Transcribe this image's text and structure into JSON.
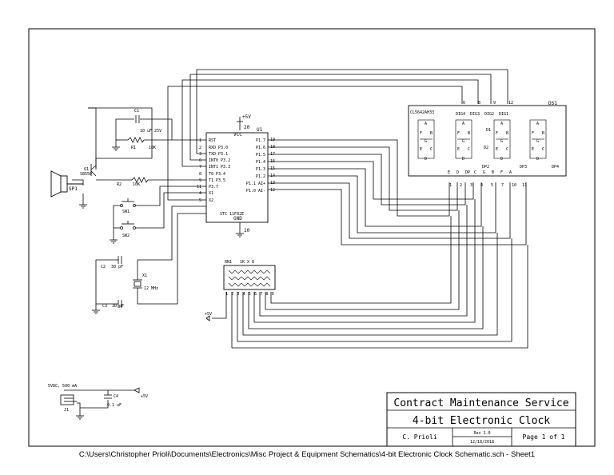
{
  "microcontroller": {
    "ref": "U1",
    "part": "STC 11F02E",
    "vcc_label": "VCC",
    "gnd_label": "GND",
    "pins_left": [
      {
        "num": "1",
        "name": "RST"
      },
      {
        "num": "2",
        "name": "RXD P3.0"
      },
      {
        "num": "3",
        "name": "TXD P3.1"
      },
      {
        "num": "6",
        "name": "INT0 P3.2"
      },
      {
        "num": "7",
        "name": "INT1 P3.3"
      },
      {
        "num": "8",
        "name": "T0 P3.4"
      },
      {
        "num": "9",
        "name": "T1 P3.5"
      },
      {
        "num": "11",
        "name": "P3.7"
      },
      {
        "num": "4",
        "name": "X1"
      },
      {
        "num": "5",
        "name": "X2"
      }
    ],
    "pins_right": [
      {
        "num": "19",
        "name": "P1.7"
      },
      {
        "num": "18",
        "name": "P1.6"
      },
      {
        "num": "17",
        "name": "P1.5"
      },
      {
        "num": "16",
        "name": "P1.4"
      },
      {
        "num": "15",
        "name": "P1.3"
      },
      {
        "num": "14",
        "name": "P1.2"
      },
      {
        "num": "13",
        "name": "P1.1 AI+"
      },
      {
        "num": "12",
        "name": "P1.0 AI-"
      }
    ],
    "vcc_pin": "20",
    "gnd_pin": "10"
  },
  "power_labels": {
    "top": "+5V",
    "left": "+5V"
  },
  "display": {
    "ref": "DS1",
    "part": "CL5642AH33",
    "digits": [
      "DIG4",
      "DIG3",
      "DIG2",
      "DIG1"
    ],
    "digit_pins": [
      "6",
      "8",
      "9",
      "12"
    ],
    "segment_letters": [
      "E",
      "D",
      "DP",
      "C",
      "G",
      "B",
      "F",
      "A"
    ],
    "bottom_pins": [
      "1",
      "2",
      "3",
      "4",
      "5",
      "7",
      "10",
      "11"
    ],
    "dp_labels": [
      "DP2",
      "DP3",
      "DP4"
    ],
    "d_labels": [
      "D1",
      "D2"
    ]
  },
  "resistor_network": {
    "ref": "RN1",
    "value": "1K X 8",
    "pins": [
      "1",
      "2",
      "3",
      "4",
      "5",
      "6",
      "7",
      "8",
      "9"
    ]
  },
  "components": {
    "c1": {
      "ref": "C1",
      "value": "10 uF 25V"
    },
    "r1": {
      "ref": "R1",
      "value": "10K"
    },
    "q1": {
      "ref": "Q1",
      "part": "S8550"
    },
    "r2": {
      "ref": "R2",
      "value": "10K"
    },
    "sp1": {
      "ref": "SP1"
    },
    "sw1": {
      "ref": "SW1"
    },
    "sw2": {
      "ref": "SW2"
    },
    "c2": {
      "ref": "C2",
      "value": "30 pF"
    },
    "c3": {
      "ref": "C3",
      "value": "30 pF"
    },
    "x1": {
      "ref": "X1",
      "value": "12 MHz"
    }
  },
  "power_section": {
    "input_label": "5VDC, 500 mA",
    "jack_ref": "J1",
    "cap_ref": "C4",
    "cap_value": "0.1 uF",
    "output_label": "+5V"
  },
  "title_block": {
    "company": "Contract Maintenance Service",
    "title": "4-bit Electronic Clock",
    "author": "C. Prioli",
    "rev": "Rev 1.0",
    "date": "12/18/2018",
    "page": "Page 1 of 1"
  },
  "footer_path": "C:\\Users\\Christopher Prioli\\Documents\\Electronics\\Misc Project & Equipment Schematics\\4-bit Electronic Clock Schematic.sch  -  Sheet1"
}
